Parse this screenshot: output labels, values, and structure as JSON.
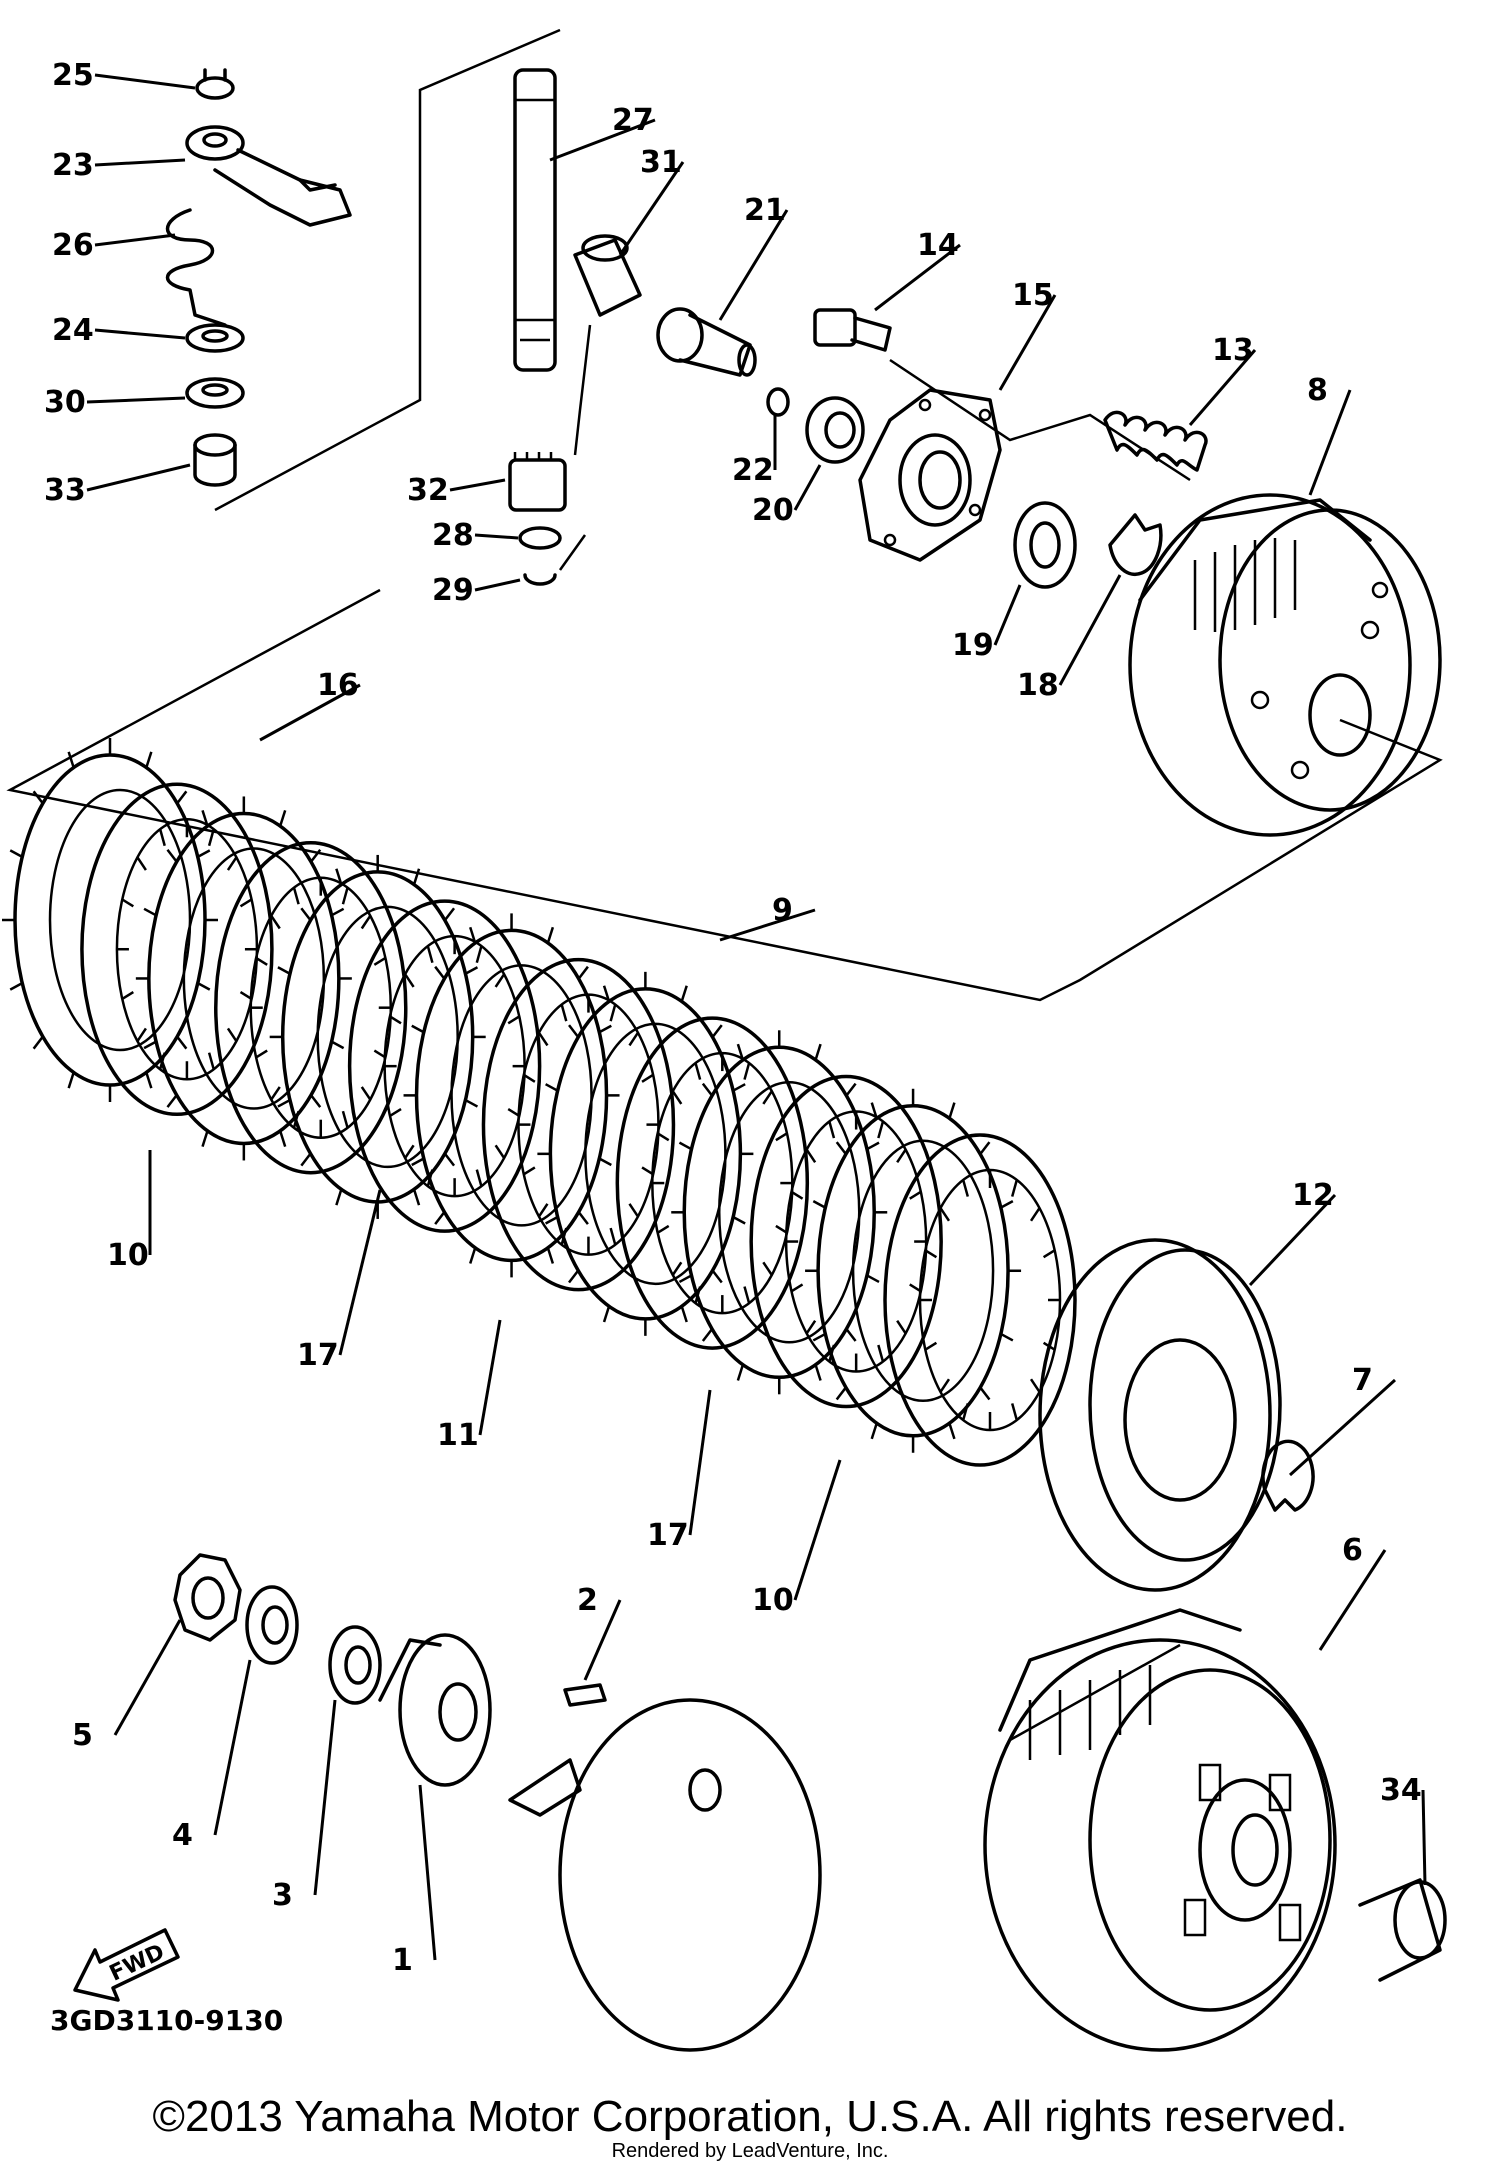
{
  "diagram": {
    "part_numbers": [
      "25",
      "23",
      "26",
      "24",
      "30",
      "33",
      "27",
      "31",
      "32",
      "28",
      "29",
      "21",
      "22",
      "14",
      "20",
      "15",
      "13",
      "8",
      "19",
      "18",
      "16",
      "9",
      "10",
      "17",
      "11",
      "17",
      "10",
      "12",
      "7",
      "6",
      "34",
      "5",
      "4",
      "3",
      "2",
      "1"
    ],
    "direction_marker": "FWD",
    "drawing_code": "3GD3110-9130"
  },
  "footer": {
    "copyright": "©2013 Yamaha Motor Corporation, U.S.A. All rights reserved.",
    "rendered_by": "Rendered by LeadVenture, Inc."
  }
}
